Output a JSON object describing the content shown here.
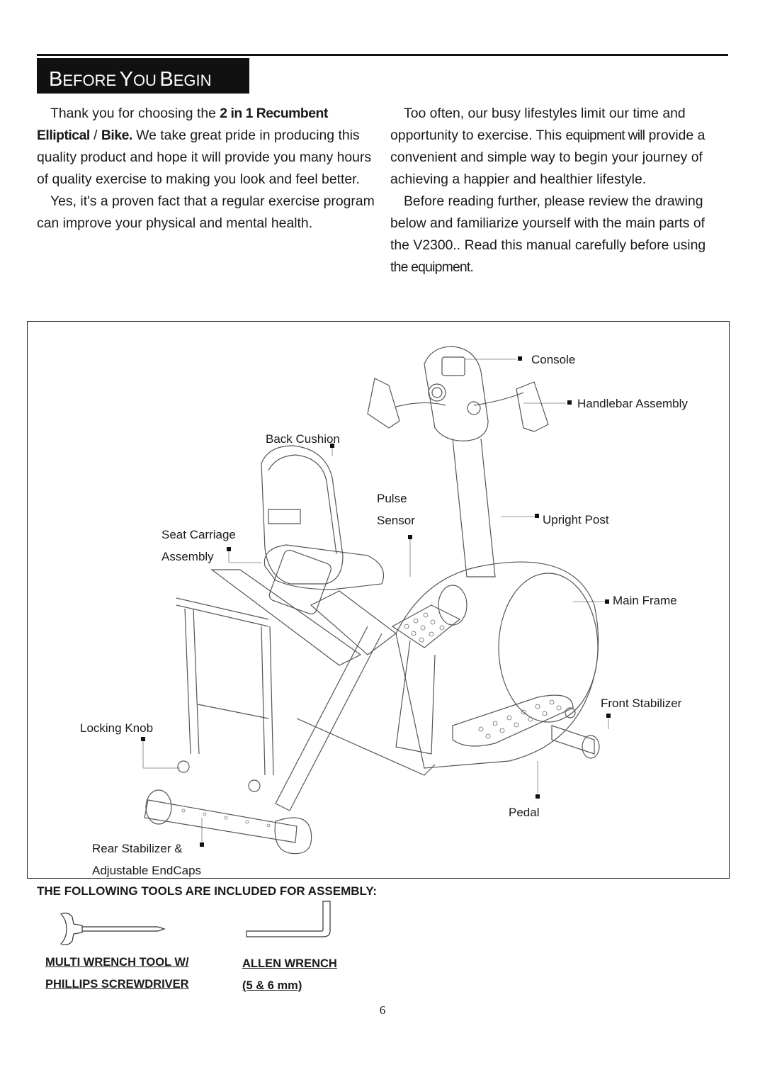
{
  "header": {
    "title_part1_initial": "B",
    "title_part1_rest": "EFORE",
    "title_part2_initial": "Y",
    "title_part2_rest": "OU",
    "title_part3_initial": "B",
    "title_part3_rest": "EGIN"
  },
  "intro": {
    "left_p1_before": "Thank you for choosing the ",
    "left_p1_bold1": "2 in 1 Recumbent Elliptical",
    "left_p1_slash": " / ",
    "left_p1_bold2": "Bike.",
    "left_p1_after": " We take great pride in producing this quality product and hope it will provide you many hours of quality exercise to making you look and feel better.",
    "left_p2": "Yes, it's a proven fact that a regular exercise program can improve your physical and mental health.",
    "right_p1_before": "Too often, our busy lifestyles limit our time and opportunity to exercise. This ",
    "right_p1_cond": "equipment will",
    "right_p1_after": " provide a convenient and simple way to begin your journey of achieving a happier and healthier lifestyle.",
    "right_p2_before": "Before reading further, please review the drawing below and familiarize yourself with the main parts of the V2300.. Read this manual carefully before using ",
    "right_p2_cond": "the equipment."
  },
  "diagram": {
    "labels": {
      "console": "Console",
      "handlebar": "Handlebar Assembly",
      "back_cushion": "Back Cushion",
      "pulse": "Pulse",
      "sensor": "Sensor",
      "upright_post": "Upright Post",
      "seat_carriage": "Seat Carriage",
      "assembly": "Assembly",
      "main_frame": "Main Frame",
      "front_stabilizer": "Front Stabilizer",
      "locking_knob": "Locking Knob",
      "pedal": "Pedal",
      "rear_stabilizer": "Rear Stabilizer &",
      "endcaps": "Adjustable  EndCaps"
    }
  },
  "tools": {
    "heading": "THE FOLLOWING TOOLS ARE INCLUDED FOR ASSEMBLY:",
    "multi_line1": "MULTI WRENCH TOOL W/",
    "multi_line2": "PHILLIPS SCREWDRIVER",
    "allen_line1": "ALLEN WRENCH",
    "allen_line2": "(5 & 6 mm)"
  },
  "page_number": "6"
}
